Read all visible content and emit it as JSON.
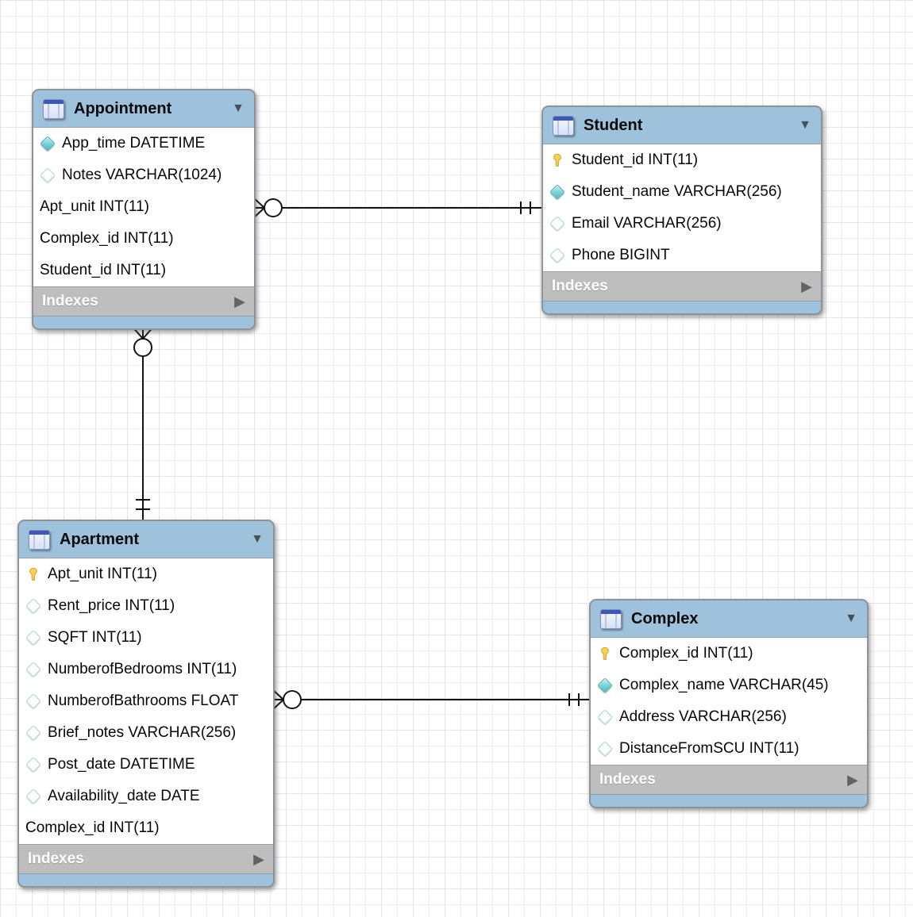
{
  "icons": {
    "collapse_triangle": "▼",
    "indexes_arrow": "▶"
  },
  "colors": {
    "table_header_blue": "#9ec2dc",
    "indexes_bar_gray": "#bfbebe",
    "body_white": "#ffffff",
    "key_icon_gold": "#f6d44c",
    "diamond_teal": "#6fd0d6",
    "connector_black": "#141414"
  },
  "tables": [
    {
      "id": "appointment",
      "title": "Appointment",
      "indexes_label": "Indexes",
      "columns": [
        {
          "icon": "diamond-filled-icon",
          "label": "App_time DATETIME"
        },
        {
          "icon": "diamond-outline-icon",
          "label": "Notes VARCHAR(1024)"
        },
        {
          "icon": "none",
          "label": "Apt_unit INT(11)"
        },
        {
          "icon": "none",
          "label": "Complex_id INT(11)"
        },
        {
          "icon": "none",
          "label": "Student_id INT(11)"
        }
      ]
    },
    {
      "id": "student",
      "title": "Student",
      "indexes_label": "Indexes",
      "columns": [
        {
          "icon": "key-icon",
          "label": "Student_id INT(11)"
        },
        {
          "icon": "diamond-filled-icon",
          "label": "Student_name VARCHAR(256)"
        },
        {
          "icon": "diamond-outline-icon",
          "label": "Email VARCHAR(256)"
        },
        {
          "icon": "diamond-outline-icon",
          "label": "Phone BIGINT"
        }
      ]
    },
    {
      "id": "apartment",
      "title": "Apartment",
      "indexes_label": "Indexes",
      "columns": [
        {
          "icon": "key-icon",
          "label": "Apt_unit INT(11)"
        },
        {
          "icon": "diamond-outline-icon",
          "label": "Rent_price INT(11)"
        },
        {
          "icon": "diamond-outline-icon",
          "label": "SQFT INT(11)"
        },
        {
          "icon": "diamond-outline-icon",
          "label": "NumberofBedrooms INT(11)"
        },
        {
          "icon": "diamond-outline-icon",
          "label": "NumberofBathrooms FLOAT"
        },
        {
          "icon": "diamond-outline-icon",
          "label": "Brief_notes VARCHAR(256)"
        },
        {
          "icon": "diamond-outline-icon",
          "label": "Post_date DATETIME"
        },
        {
          "icon": "diamond-outline-icon",
          "label": "Availability_date DATE"
        },
        {
          "icon": "none",
          "label": "Complex_id INT(11)"
        }
      ]
    },
    {
      "id": "complex",
      "title": "Complex",
      "indexes_label": "Indexes",
      "columns": [
        {
          "icon": "key-icon",
          "label": "Complex_id INT(11)"
        },
        {
          "icon": "diamond-filled-icon",
          "label": "Complex_name VARCHAR(45)"
        },
        {
          "icon": "diamond-outline-icon",
          "label": "Address VARCHAR(256)"
        },
        {
          "icon": "diamond-outline-icon",
          "label": "DistanceFromSCU INT(11)"
        }
      ]
    }
  ],
  "relationships": [
    {
      "from_table": "Appointment",
      "to_table": "Student",
      "from_cardinality": "zero-or-many",
      "to_cardinality": "one-and-only-one"
    },
    {
      "from_table": "Appointment",
      "to_table": "Apartment",
      "from_cardinality": "zero-or-many",
      "to_cardinality": "one-and-only-one"
    },
    {
      "from_table": "Apartment",
      "to_table": "Complex",
      "from_cardinality": "zero-or-many",
      "to_cardinality": "one-and-only-one"
    }
  ]
}
